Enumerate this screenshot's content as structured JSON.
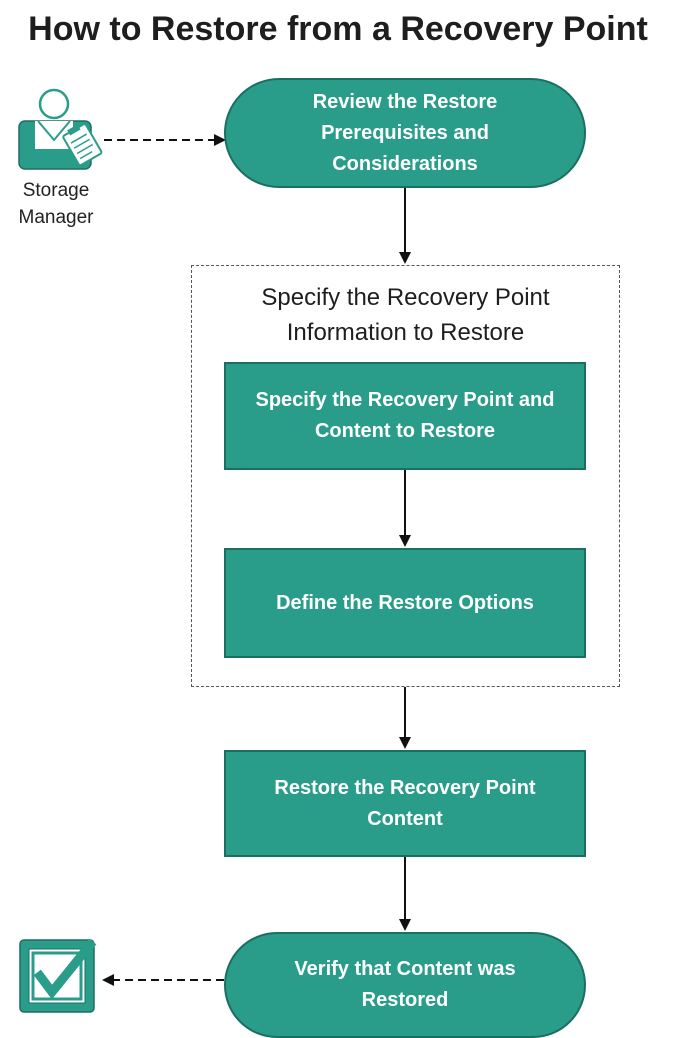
{
  "title": "How to Restore from a Recovery Point",
  "actor": {
    "label": "Storage Manager",
    "icon": "storage-manager-icon"
  },
  "steps": {
    "review": "Review the Restore\nPrerequisites and\nConsiderations",
    "specify": "Specify the Recovery Point and\nContent to Restore",
    "define": "Define the Restore Options",
    "restore": "Restore the Recovery Point\nContent",
    "verify": "Verify that Content was\nRestored"
  },
  "group": {
    "title": "Specify the Recovery Point\nInformation to Restore"
  },
  "end_icon": "checkmark-icon",
  "colors": {
    "node_fill": "#2a9d8a",
    "node_border": "#1b6f61",
    "text": "#1e1e1e"
  }
}
